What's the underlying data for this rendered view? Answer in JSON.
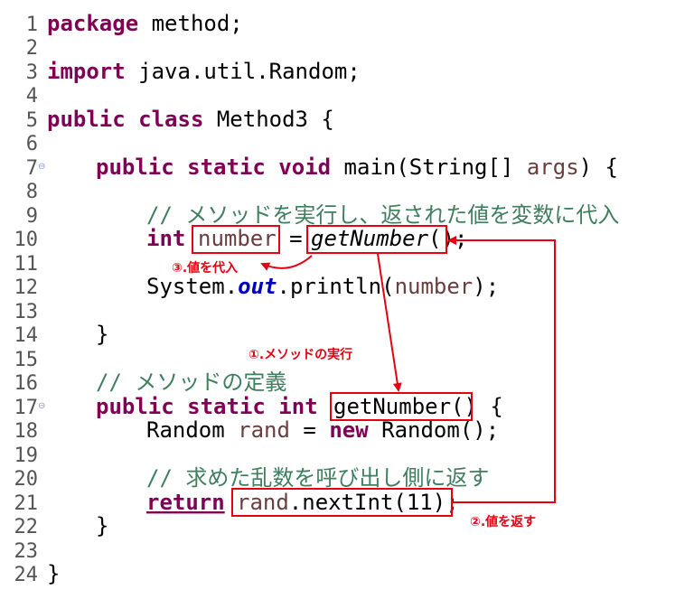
{
  "line_numbers": [
    "1",
    "2",
    "3",
    "4",
    "5",
    "6",
    "7",
    "8",
    "9",
    "10",
    "11",
    "12",
    "13",
    "14",
    "15",
    "16",
    "17",
    "18",
    "19",
    "20",
    "21",
    "22",
    "23",
    "24"
  ],
  "fold_marker": "⊖",
  "code": {
    "l1_kw": "package",
    "l1_rest": " method;",
    "l3_kw": "import",
    "l3_rest": " java.util.Random;",
    "l5_kw": "public class",
    "l5_rest": " Method3 {",
    "l7_kw": "public static void",
    "l7_mid": " main(String[] ",
    "l7_var": "args",
    "l7_end": ") {",
    "l9_comment": "// メソッドを実行し、返された値を変数に代入",
    "l10_kw": "int",
    "l10_var": "number",
    "l10_eq": " = ",
    "l10_call": "getNumber",
    "l10_end": "();",
    "l12_a": "System.",
    "l12_field": "out",
    "l12_b": ".println(",
    "l12_var": "number",
    "l12_c": ");",
    "l14": "}",
    "l16_comment": "// メソッドの定義",
    "l17_kw": "public static int",
    "l17_name": "getNumber",
    "l17_end": "() {",
    "l18_a": "Random ",
    "l18_var": "rand",
    "l18_b": " = ",
    "l18_kw": "new",
    "l18_c": " Random();",
    "l20_comment": "// 求めた乱数を呼び出し側に返す",
    "l21_kw": "return",
    "l21_var": "rand",
    "l21_rest": ".nextInt(11);",
    "l22": "}",
    "l24": "}"
  },
  "annotations": {
    "assign": "③.値を代入",
    "execute": "①.メソッドの実行",
    "return_value": "②.値を返す"
  },
  "colors": {
    "keyword": "#7f0055",
    "comment": "#3f7f5f",
    "variable": "#6a3e3e",
    "field": "#0000c0",
    "annotation": "#e60012"
  }
}
